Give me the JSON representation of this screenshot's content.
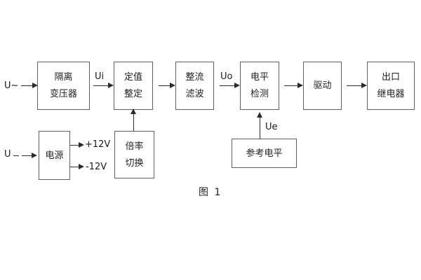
{
  "figure": {
    "caption": "图 1"
  },
  "colors": {
    "background": "#ffffff",
    "line": "#2b2b2b",
    "box_border": "#5f5f5f",
    "text": "#1f1f1f"
  },
  "inputs": {
    "ac": "U~",
    "dc": "U"
  },
  "signal_labels": {
    "ui": "Ui",
    "uo": "Uo",
    "ue": "Ue",
    "plus_12v": "+12V",
    "minus_12v": "-12V"
  },
  "blocks": {
    "isolation_transformer": {
      "line1": "隔离",
      "line2": "变压器"
    },
    "value_setting": {
      "line1": "定值",
      "line2": "整定"
    },
    "rectifier_filter": {
      "line1": "整流",
      "line2": "滤波"
    },
    "level_detection": {
      "line1": "电平",
      "line2": "检测"
    },
    "driver": {
      "line1": "驱动"
    },
    "output_relay": {
      "line1": "出口",
      "line2": "继电器"
    },
    "power_supply": {
      "line1": "电源"
    },
    "ratio_switch": {
      "line1": "倍率",
      "line2": "切换"
    },
    "reference_level": {
      "line1": "参考电平"
    }
  }
}
